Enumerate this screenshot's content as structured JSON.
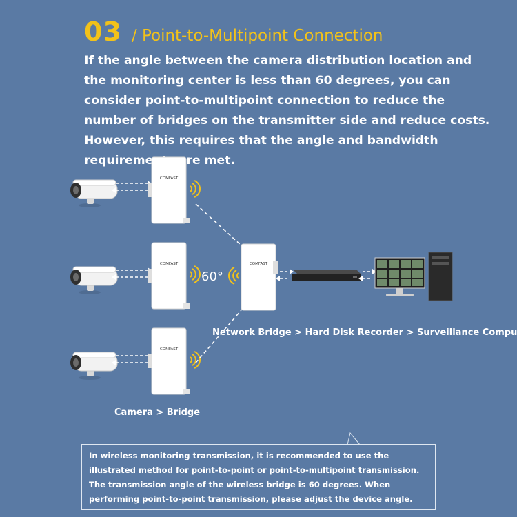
{
  "header": {
    "number": "03",
    "title": "/ Point-to-Multipoint Connection"
  },
  "intro": {
    "text": "If the angle between the camera distribution location and the monitoring center is less than 60 degrees, you can consider point-to-multipoint connection to reduce the number of bridges on the transmitter side and reduce costs. However, this requires that the angle and bandwidth requirements are met."
  },
  "diagram": {
    "brand": "COMFAST",
    "angle_label": "60°",
    "receiver_caption": "Network Bridge > Hard Disk Recorder > Surveillance Computer",
    "transmitter_caption": "Camera > Bridge",
    "colors": {
      "accent": "#f2c21a",
      "background": "#5a7aa4",
      "line": "#ffffff"
    }
  },
  "note": {
    "text": "In wireless monitoring transmission, it is recommended to use the illustrated method for point-to-point or point-to-multipoint transmission. The transmission angle of the wireless bridge is 60 degrees. When performing point-to-point transmission, please adjust the device angle."
  }
}
